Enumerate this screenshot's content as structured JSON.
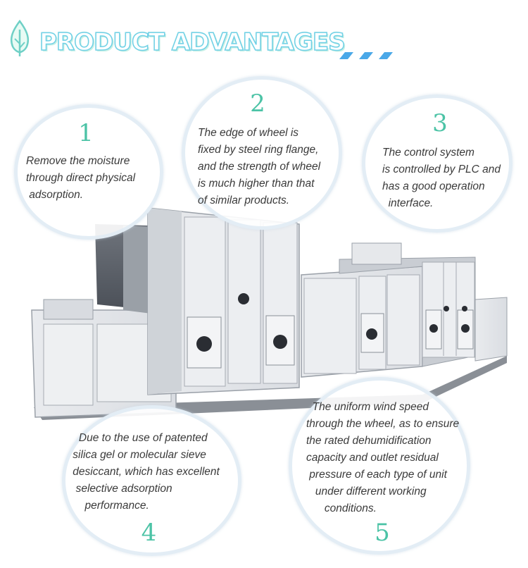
{
  "header": {
    "title": "PRODUCT ADVANTAGES",
    "icon": "leaf-icon",
    "accent": "#6fd0e6",
    "stripe_color": "#4aa8e8"
  },
  "advantages": [
    {
      "number": "1",
      "text": "Remove the moisture\nthrough direct physical\n adsorption."
    },
    {
      "number": "2",
      "text": "The edge of wheel is\nfixed by steel ring flange,\nand the strength of wheel\nis much higher than that\nof similar products."
    },
    {
      "number": "3",
      "text": "The control system\nis controlled by PLC and\nhas a good operation\n  interface."
    },
    {
      "number": "4",
      "text": "   Due to the use of patented\n silica gel or molecular sieve\n desiccant, which has excellent\n  selective adsorption\n     performance."
    },
    {
      "number": "5",
      "text": "  The uniform wind speed\nthrough the wheel, as to ensure\nthe rated dehumidification\ncapacity and outlet residual\n pressure of each type of unit\n   under different working\n      conditions."
    }
  ],
  "colors": {
    "number": "#4cc3a6",
    "bubble_border": "#e2ecf4",
    "text": "#3a3a3a"
  }
}
